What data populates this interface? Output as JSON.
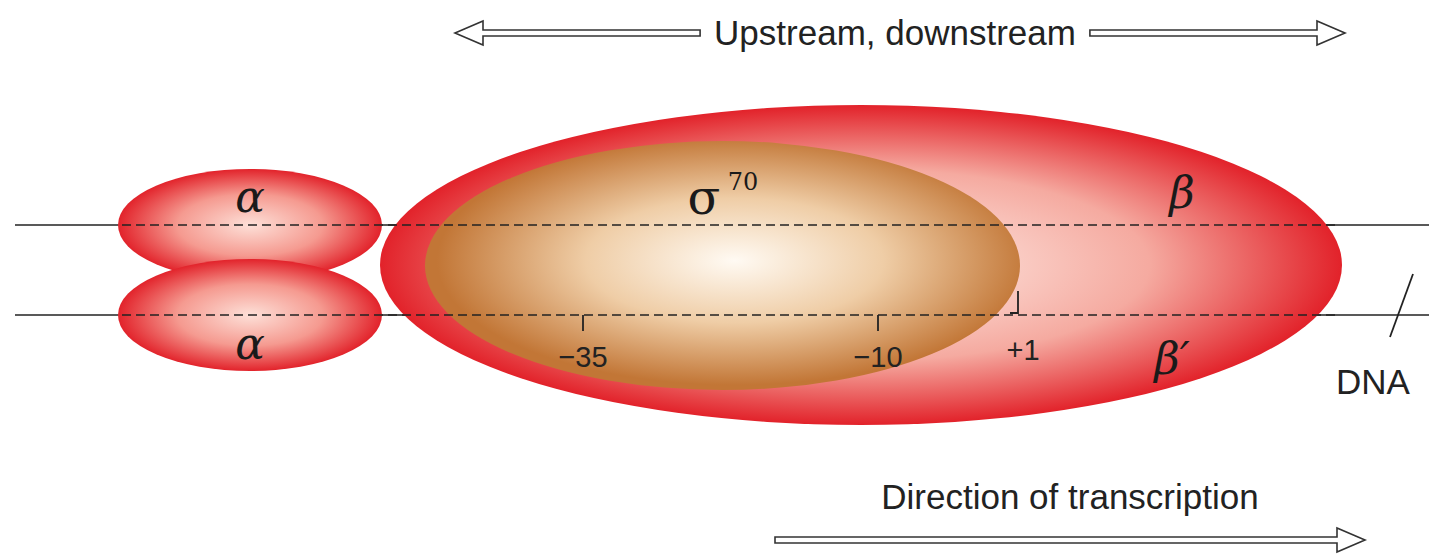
{
  "diagram": {
    "nodes": [
      {
        "text": [
          "α",
          "α"
        ]
      },
      {
        "text": [
          "β",
          "β′"
        ]
      },
      {
        "text": [
          "σ",
          "70"
        ],
        "in": 1
      }
    ],
    "labels": [
      "Upstream, downstream",
      "−35",
      "−10",
      "+1",
      "DNA",
      "Direction of transcription"
    ]
  }
}
